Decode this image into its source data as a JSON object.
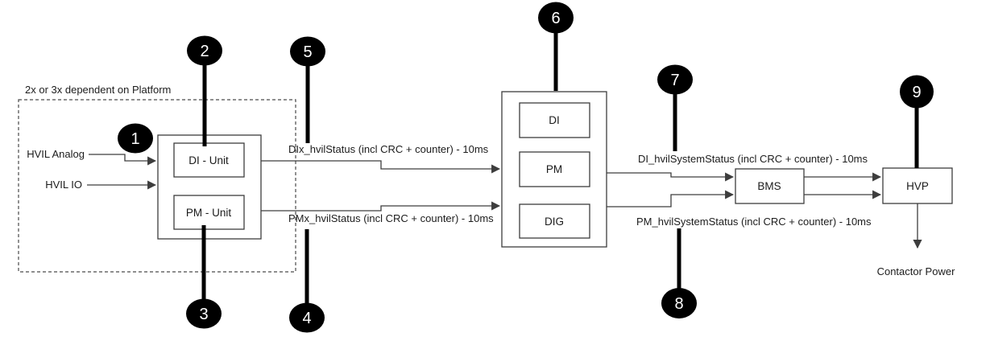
{
  "colors": {
    "line": "#3d3d3d",
    "box_stroke": "#3d3d3d",
    "dashed_stroke": "#4a4a4a",
    "callout_bg": "#000000",
    "callout_text": "#ffffff",
    "background": "#ffffff"
  },
  "platform_group": {
    "note": "2x or 3x dependent on Platform",
    "inputs": {
      "hvil_analog": "HVIL Analog",
      "hvil_io": "HVIL IO"
    },
    "unit_box": {
      "di_unit": "DI - Unit",
      "pm_unit": "PM - Unit"
    }
  },
  "central_module": {
    "di": "DI",
    "pm": "PM",
    "dig": "DIG"
  },
  "nodes": {
    "bms": "BMS",
    "hvp": "HVP"
  },
  "signals": {
    "dix_hvil_status": "DIx_hvilStatus (incl CRC + counter) - 10ms",
    "pmx_hvil_status": "PMx_hvilStatus (incl CRC + counter) - 10ms",
    "di_hvil_system_status": "DI_hvilSystemStatus (incl CRC + counter) - 10ms",
    "pm_hvil_system_status": "PM_hvilSystemStatus (incl CRC + counter) - 10ms"
  },
  "outputs": {
    "contactor_power": "Contactor Power"
  },
  "callouts": {
    "n1": "1",
    "n2": "2",
    "n3": "3",
    "n4": "4",
    "n5": "5",
    "n6": "6",
    "n7": "7",
    "n8": "8",
    "n9": "9"
  }
}
